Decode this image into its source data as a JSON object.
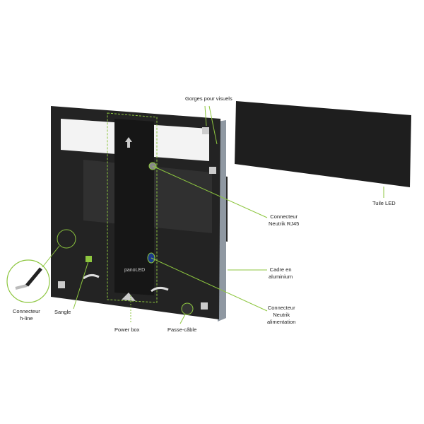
{
  "labels": {
    "gorges": "Gorges pour visuels",
    "tuile": "Tuile LED",
    "rj45": [
      "Connecteur",
      "Neutrik RJ45"
    ],
    "cadre": [
      "Cadre en",
      "aluminium"
    ],
    "alimentation": [
      "Connecteur",
      "Neutrik",
      "alimentation"
    ],
    "hline": [
      "Connecteur",
      "h-line"
    ],
    "sangle": "Sangle",
    "powerbox": "Power box",
    "passe": "Passe-câble"
  },
  "logo": "panoLED",
  "colors": {
    "accent": "#8dc63f",
    "panel": "#1f1f1f",
    "frame": "#2a2a2a",
    "aluminium": "#9aa3ad"
  }
}
